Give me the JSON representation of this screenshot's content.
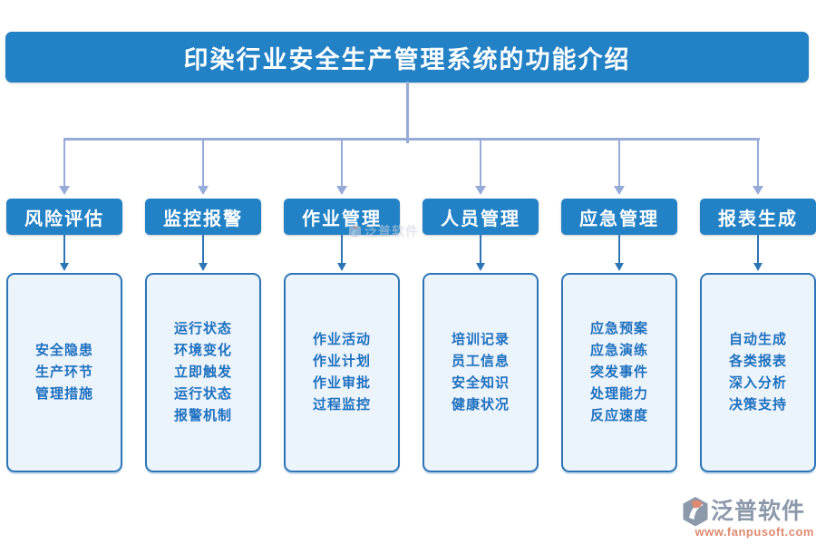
{
  "title": "印染行业安全生产管理系统的功能介绍",
  "colors": {
    "primary_blue": "#2382C6",
    "connector_light": "#97ABD9",
    "connector_dark": "#2E75B6",
    "detail_fill": "#EBF3FB",
    "detail_text": "#1F70C0",
    "brand_gray": "#8C99AB",
    "brand_orange": "#DE8A70"
  },
  "branches": [
    {
      "label": "风险评估",
      "items": [
        "安全隐患",
        "生产环节",
        "管理措施"
      ]
    },
    {
      "label": "监控报警",
      "items": [
        "运行状态",
        "环境变化",
        "立即触发",
        "运行状态",
        "报警机制"
      ]
    },
    {
      "label": "作业管理",
      "items": [
        "作业活动",
        "作业计划",
        "作业审批",
        "过程监控"
      ]
    },
    {
      "label": "人员管理",
      "items": [
        "培训记录",
        "员工信息",
        "安全知识",
        "健康状况"
      ]
    },
    {
      "label": "应急管理",
      "items": [
        "应急预案",
        "应急演练",
        "突发事件",
        "处理能力",
        "反应速度"
      ]
    },
    {
      "label": "报表生成",
      "items": [
        "自动生成",
        "各类报表",
        "深入分析",
        "决策支持"
      ]
    }
  ],
  "watermark_center": {
    "brand": "泛普软件"
  },
  "brand": {
    "name": "泛普软件",
    "url": "www.fanpusoft.com"
  }
}
